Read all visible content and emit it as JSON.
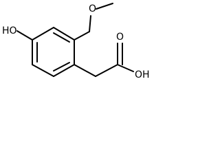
{
  "structure": {
    "labels": {
      "hydroxyl": "HO",
      "methoxy_oxygen": "O",
      "carboxyl_oh": "OH",
      "carbonyl_oxygen": "O"
    }
  }
}
